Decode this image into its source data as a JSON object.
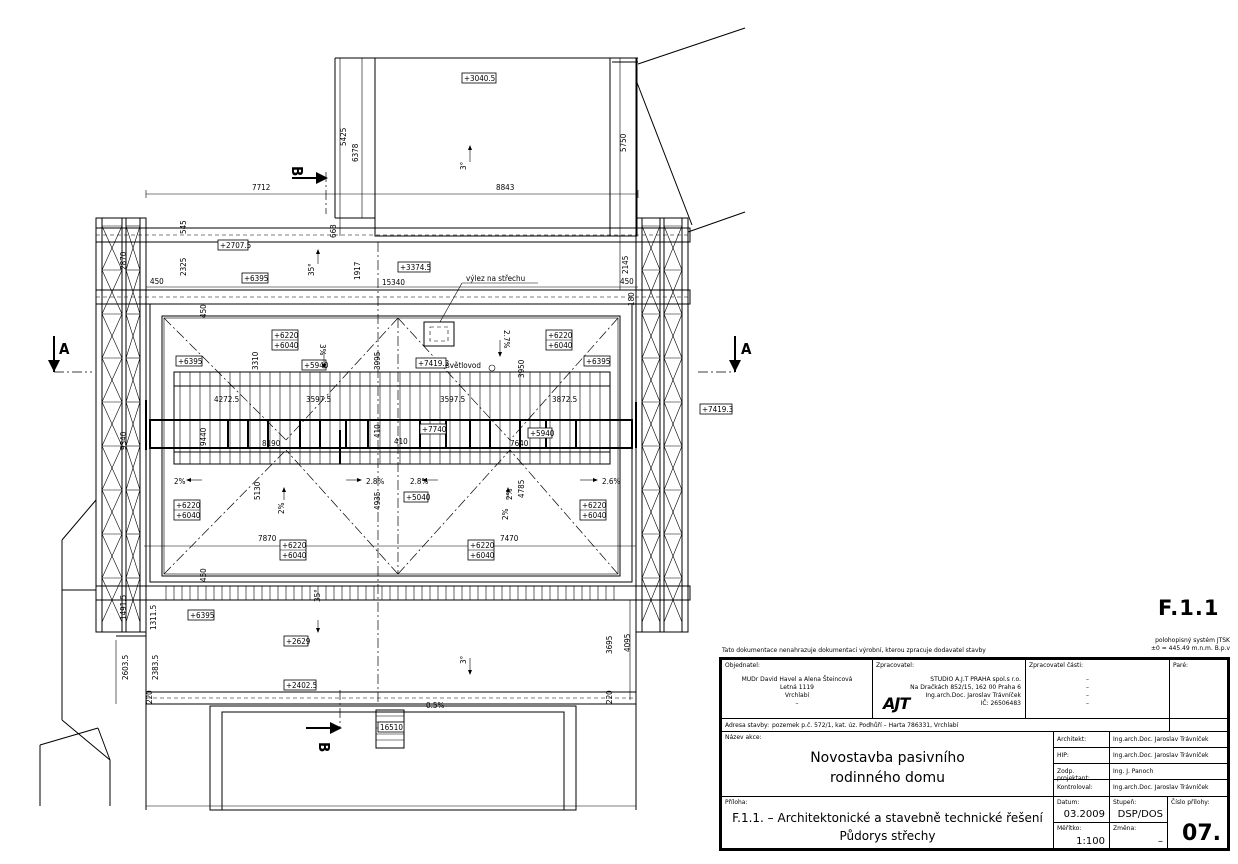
{
  "dims": {
    "d_5425": "5425",
    "d_6378": "6378",
    "d_5750": "5750",
    "d_7712": "7712",
    "d_8843": "8843",
    "d_545": "545",
    "d_663": "663",
    "d_1917": "1917",
    "d_2325": "2325",
    "d_2145": "2145",
    "d_2870": "2870",
    "d_450a": "450",
    "d_450b": "450",
    "d_450c": "450",
    "d_450d": "450",
    "d_15340": "15340",
    "d_180": "180",
    "d_3310": "3310",
    "d_3995": "3995",
    "d_3950": "3950",
    "d_4272": "4272.5",
    "d_3597a": "3597.5",
    "d_3597b": "3597.5",
    "d_3872": "3872.5",
    "d_9440": "9440",
    "d_8190": "8190",
    "d_7640": "7640",
    "d_410a": "410",
    "d_410b": "410",
    "d_5130": "5130",
    "d_4935": "4935",
    "d_4785": "4785",
    "d_7870": "7870",
    "d_7470": "7470",
    "d_9340": "9340",
    "d_1491": "1491.5",
    "d_1311": "1311.5",
    "d_2603": "2603.5",
    "d_2383": "2383.5",
    "d_3695": "3695",
    "d_4095": "4095",
    "d_220a": "220",
    "d_220b": "220",
    "d_16510": "16510"
  },
  "levels": {
    "l_3040": "+3040.5",
    "l_2707": "+2707.5",
    "l_3374": "+3374.5",
    "l_6395a": "+6395",
    "l_6395b": "+6395",
    "l_6395c": "+6395",
    "l_6395d": "+6395",
    "l_7419a": "+7419.3",
    "l_7419b": "+7419.3",
    "l_7740": "+7740",
    "l_5940a": "+5940",
    "l_5940b": "+5940",
    "l_5040": "+5040",
    "l_2629": "+2629",
    "l_2402": "+2402.5",
    "l_6220": "+6220",
    "l_6040": "+6040"
  },
  "slopes": {
    "s_3a": "3°",
    "s_35a": "35°",
    "s_3pct": "3%",
    "s_27": "2.7%",
    "s_2a": "2%",
    "s_28a": "2.8%",
    "s_28b": "2.8%",
    "s_2b": "2%",
    "s_2c": "2%",
    "s_26": "2.6%",
    "s_2d": "2%",
    "s_35b": "35°",
    "s_3b": "3°",
    "s_05": "0.5%"
  },
  "labels": {
    "roof_exit": "výlez na střechu",
    "skylight": "světlovod",
    "section_a": "A",
    "section_b": "B"
  },
  "title_block": {
    "sheet_code": "F.1.1",
    "coord_system": "polohopisný systém JTSK",
    "coord_level": "±0 = 445.49 m.n.m. B.p.v",
    "doc_note": "Tato dokumentace nenahrazuje dokumentaci výrobní, kterou zpracuje dodavatel stavby",
    "client_cap": "Objednatel:",
    "client_1": "MUDr David Havel a Alena Šteincová",
    "client_2": "Letná 1119",
    "client_3": "Vrchlabí",
    "client_4": "–",
    "author_cap": "Zpracovatel:",
    "author_1": "STUDIO A.J.T PRAHA spol.s r.o.",
    "author_2": "Na Dračkách 852/15, 162 00 Praha 6",
    "author_3": "Ing.arch.Doc. Jaroslav Trávníček",
    "author_4": "IČ: 26506483",
    "logo": "AJT",
    "part_cap": "Zpracovatel části:",
    "part_1": "–",
    "part_2": "–",
    "part_3": "–",
    "part_4": "–",
    "pare_cap": "Paré:",
    "address_cap": "Adresa stavby:",
    "address": "pozemek p.č. 572/1, kat. úz. Podhůří – Harta 786331, Vrchlabí",
    "project_cap": "Název akce:",
    "project_1": "Novostavba pasivního",
    "project_2": "rodinného domu",
    "architect_cap": "Architekt:",
    "architect": "Ing.arch.Doc. Jaroslav Trávníček",
    "hip_cap": "HIP:",
    "hip": "Ing.arch.Doc. Jaroslav Trávníček",
    "resp_cap": "Zodp. projektant:",
    "resp": "Ing. J. Panoch",
    "check_cap": "Kontroloval:",
    "check": "Ing.arch.Doc. Jaroslav Trávníček",
    "annex_cap": "Příloha:",
    "annex_1": "F.1.1. – Architektonické a stavebně technické řešení",
    "annex_2": "Půdorys střechy",
    "date_cap": "Datum:",
    "date": "03.2009",
    "stage_cap": "Stupeň:",
    "stage": "DSP/DOS",
    "num_cap": "Číslo přílohy:",
    "num": "07.",
    "scale_cap": "Měřítko:",
    "scale": "1:100",
    "change_cap": "Změna:",
    "change": "–"
  }
}
